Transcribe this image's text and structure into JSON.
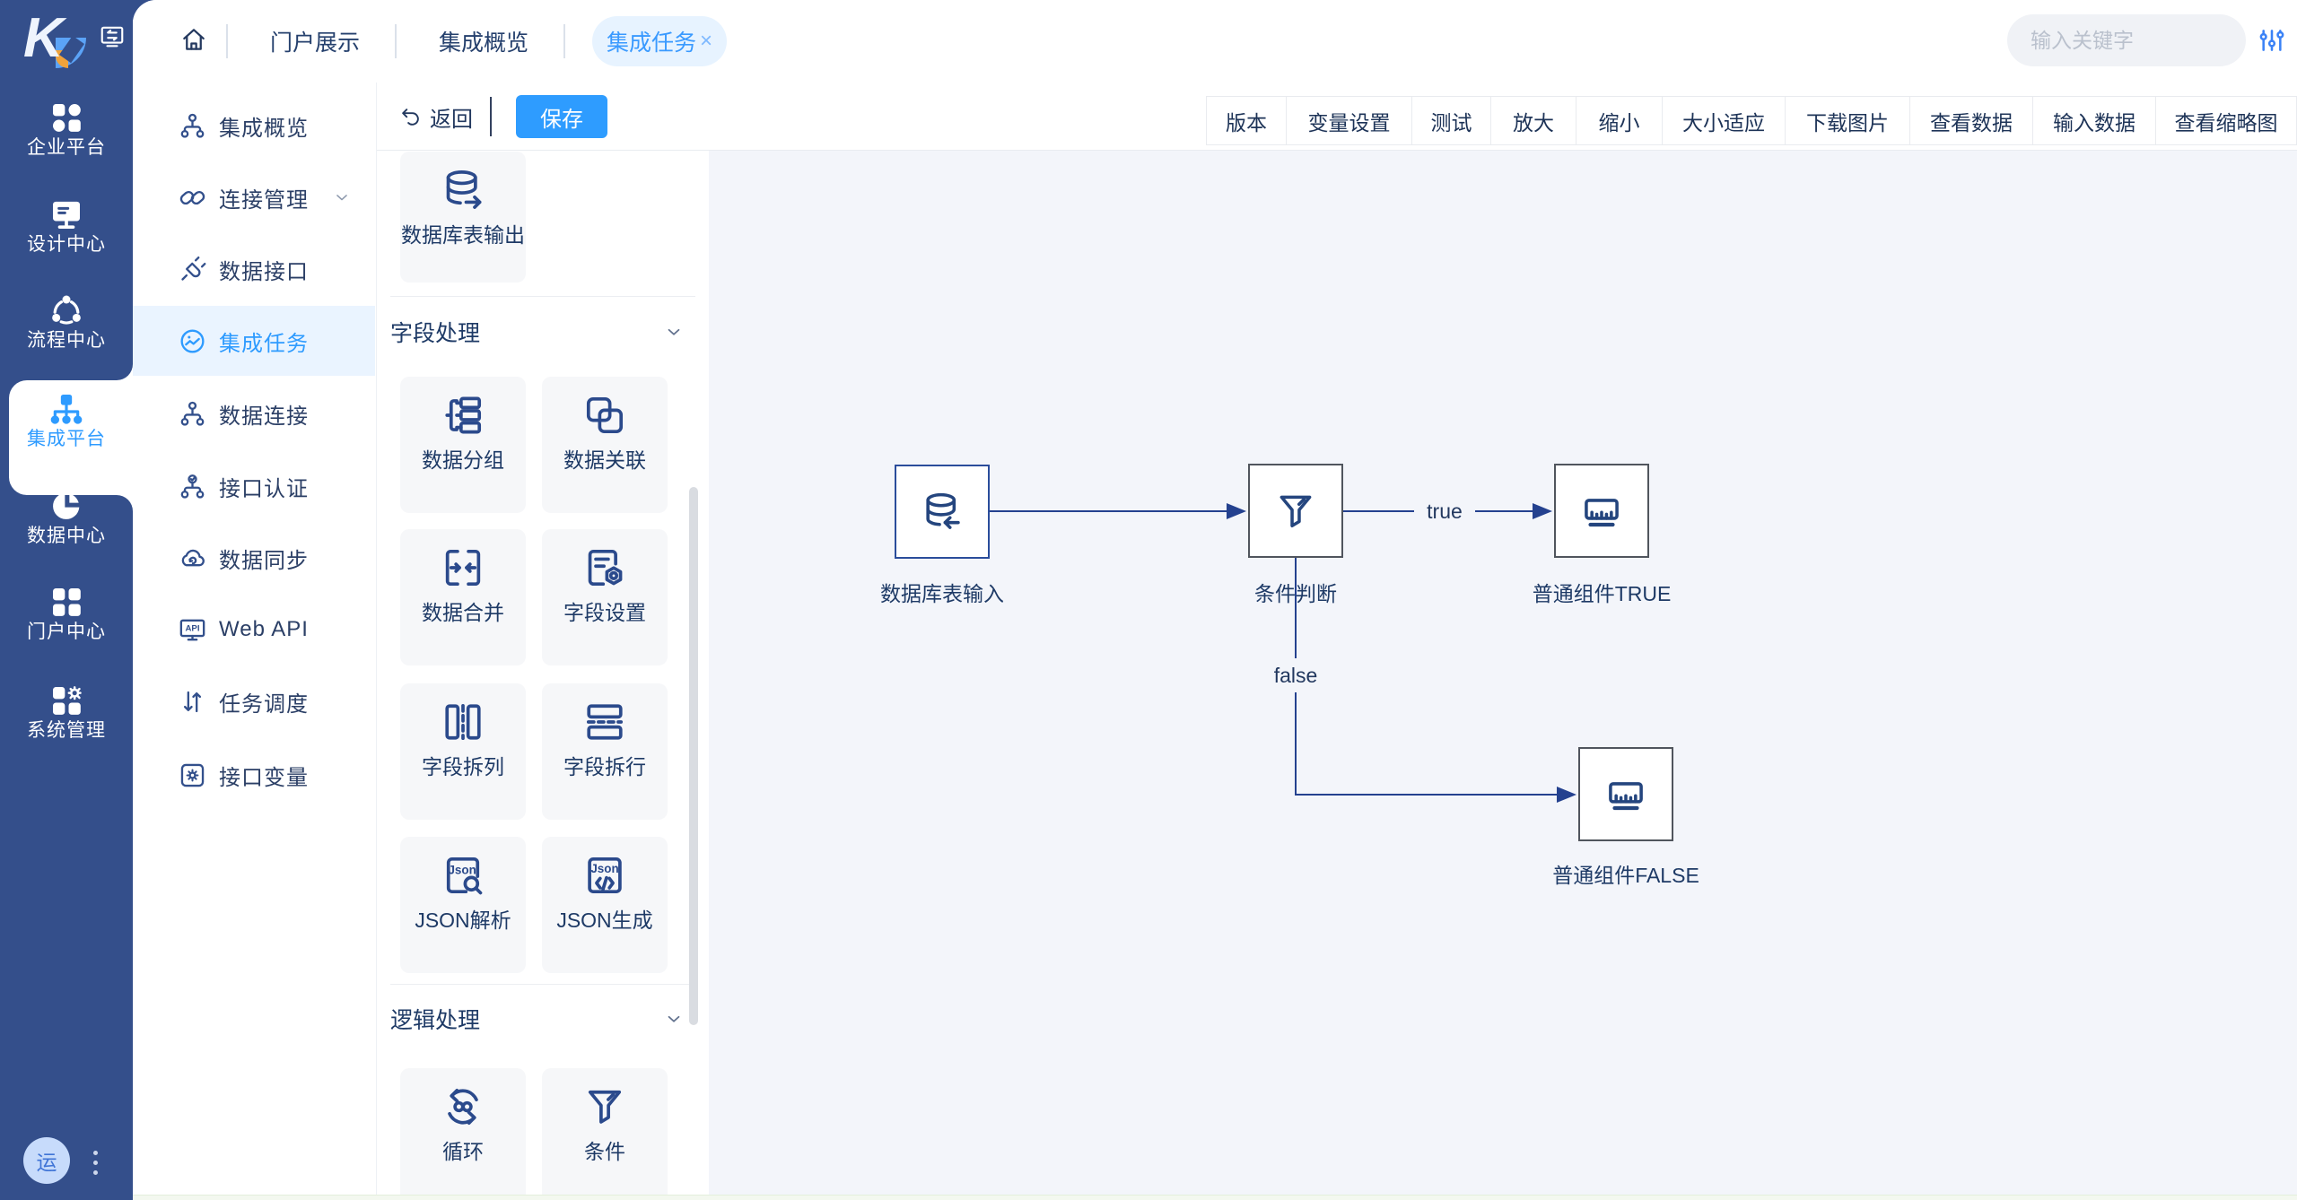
{
  "header": {
    "home_icon": "home-icon",
    "tabs": [
      {
        "label": "门户展示",
        "active": false
      },
      {
        "label": "集成概览",
        "active": false
      },
      {
        "label": "集成任务",
        "active": true,
        "close_glyph": "×"
      }
    ],
    "search_placeholder": "输入关键字",
    "search_icon": "search-icon",
    "filter_icon": "sliders-icon"
  },
  "primary_sidebar": {
    "logo_text": "K",
    "items": [
      {
        "label": "企业平台",
        "icon": "apps-icon",
        "active": false
      },
      {
        "label": "设计中心",
        "icon": "design-center-icon",
        "active": false
      },
      {
        "label": "流程中心",
        "icon": "process-center-icon",
        "active": false
      },
      {
        "label": "集成平台",
        "icon": "integration-platform-icon",
        "active": true
      },
      {
        "label": "数据中心",
        "icon": "data-center-icon",
        "active": false
      },
      {
        "label": "门户中心",
        "icon": "portal-center-icon",
        "active": false
      },
      {
        "label": "系统管理",
        "icon": "system-management-icon",
        "active": false
      }
    ],
    "avatar_text": "运"
  },
  "secondary_sidebar": {
    "items": [
      {
        "label": "集成概览",
        "icon": "org-icon",
        "active": false
      },
      {
        "label": "连接管理",
        "icon": "link-icon",
        "active": false,
        "expandable": true
      },
      {
        "label": "数据接口",
        "icon": "plug-icon",
        "active": false
      },
      {
        "label": "集成任务",
        "icon": "task-icon",
        "active": true
      },
      {
        "label": "数据连接",
        "icon": "org-icon",
        "active": false
      },
      {
        "label": "接口认证",
        "icon": "auth-icon",
        "active": false
      },
      {
        "label": "数据同步",
        "icon": "cloud-sync-icon",
        "active": false
      },
      {
        "label": "Web API",
        "icon": "webapi-icon",
        "active": false
      },
      {
        "label": "任务调度",
        "icon": "schedule-icon",
        "active": false
      },
      {
        "label": "接口变量",
        "icon": "variable-icon",
        "active": false
      }
    ]
  },
  "toolbar": {
    "back_label": "返回",
    "save_label": "保存",
    "actions": [
      {
        "label": "版本"
      },
      {
        "label": "变量设置"
      },
      {
        "label": "测试"
      },
      {
        "label": "放大"
      },
      {
        "label": "缩小"
      },
      {
        "label": "大小适应"
      },
      {
        "label": "下载图片"
      },
      {
        "label": "查看数据"
      },
      {
        "label": "输入数据"
      },
      {
        "label": "查看缩略图"
      }
    ]
  },
  "palette": {
    "top_item": {
      "label": "数据库表输出",
      "icon": "db-output-icon"
    },
    "sections": [
      {
        "title": "字段处理",
        "items": [
          {
            "label": "数据分组",
            "icon": "group-icon"
          },
          {
            "label": "数据关联",
            "icon": "relate-icon"
          },
          {
            "label": "数据合并",
            "icon": "merge-icon"
          },
          {
            "label": "字段设置",
            "icon": "field-settings-icon"
          },
          {
            "label": "字段拆列",
            "icon": "split-column-icon"
          },
          {
            "label": "字段拆行",
            "icon": "split-row-icon"
          },
          {
            "label": "JSON解析",
            "icon": "json-parse-icon"
          },
          {
            "label": "JSON生成",
            "icon": "json-generate-icon"
          }
        ]
      },
      {
        "title": "逻辑处理",
        "items": [
          {
            "label": "循环",
            "icon": "loop-icon"
          },
          {
            "label": "条件",
            "icon": "condition-icon"
          }
        ]
      }
    ]
  },
  "canvas": {
    "nodes": [
      {
        "label": "数据库表输入",
        "icon": "db-input-icon"
      },
      {
        "label": "条件判断",
        "icon": "condition-icon"
      },
      {
        "label": "普通组件TRUE",
        "icon": "component-icon"
      },
      {
        "label": "普通组件FALSE",
        "icon": "component-icon"
      }
    ],
    "edges": {
      "true_label": "true",
      "false_label": "false"
    }
  }
}
